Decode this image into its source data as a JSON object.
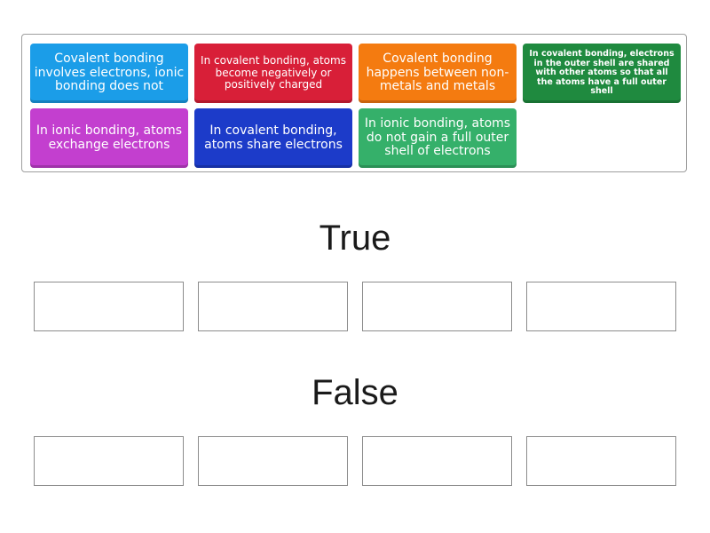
{
  "tiles": [
    {
      "text": "Covalent bonding involves electrons, ionic bonding does not",
      "color": "#1b9de8"
    },
    {
      "text": "In covalent bonding, atoms become negatively or positively charged",
      "color": "#d81f38"
    },
    {
      "text": "Covalent bonding happens between non-metals and metals",
      "color": "#f47b10"
    },
    {
      "text": "In covalent bonding, electrons in the outer shell are shared with other atoms so that all the atoms have a full outer shell",
      "color": "#1f8a3f"
    },
    {
      "text": "In ionic bonding, atoms exchange electrons",
      "color": "#c33fcf"
    },
    {
      "text": "In covalent bonding, atoms share electrons",
      "color": "#1c3bc9"
    },
    {
      "text": "In ionic bonding, atoms do not gain a full outer shell of electrons",
      "color": "#35b06a"
    }
  ],
  "groups": {
    "true_label": "True",
    "false_label": "False"
  }
}
